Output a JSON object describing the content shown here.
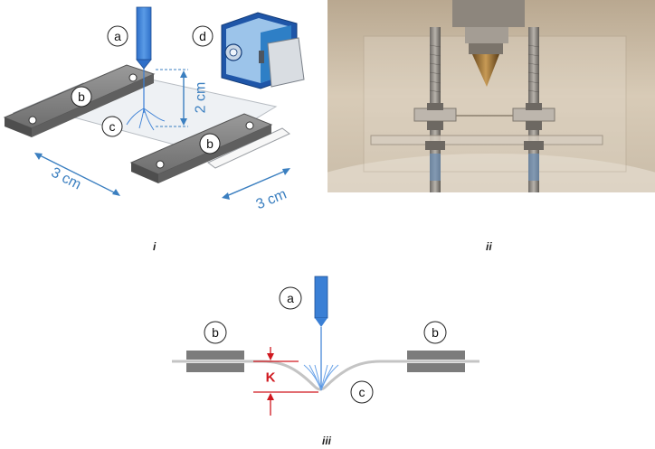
{
  "labels": {
    "a": "a",
    "b": "b",
    "c": "c",
    "d": "d"
  },
  "dimensions": {
    "height": "2 cm",
    "width": "3 cm",
    "depth": "3 cm"
  },
  "captions": {
    "i": "i",
    "ii": "ii",
    "iii": "iii"
  },
  "deflection_symbol": "K",
  "colors": {
    "nozzle": "#3a7fd5",
    "dimension": "#3b7fc0",
    "clamp": "#7c7c7c",
    "deflection": "#d0181f"
  }
}
